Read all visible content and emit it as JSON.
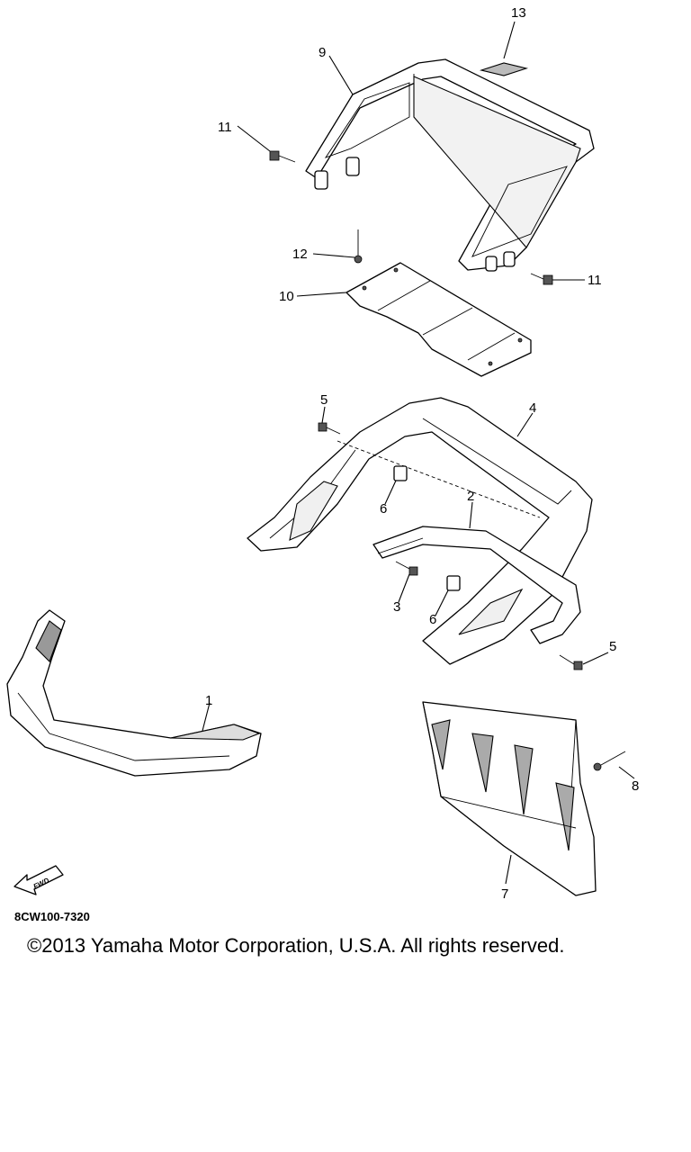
{
  "callouts": {
    "p1": "1",
    "p2": "2",
    "p3": "3",
    "p4": "4",
    "p5a": "5",
    "p5b": "5",
    "p6a": "6",
    "p6b": "6",
    "p7": "7",
    "p8": "8",
    "p9": "9",
    "p10": "10",
    "p11a": "11",
    "p11b": "11",
    "p12": "12",
    "p13": "13"
  },
  "fwd_label": "FWD",
  "diagram_code": "8CW100-7320",
  "copyright": "©2013 Yamaha Motor Corporation, U.S.A. All rights reserved."
}
